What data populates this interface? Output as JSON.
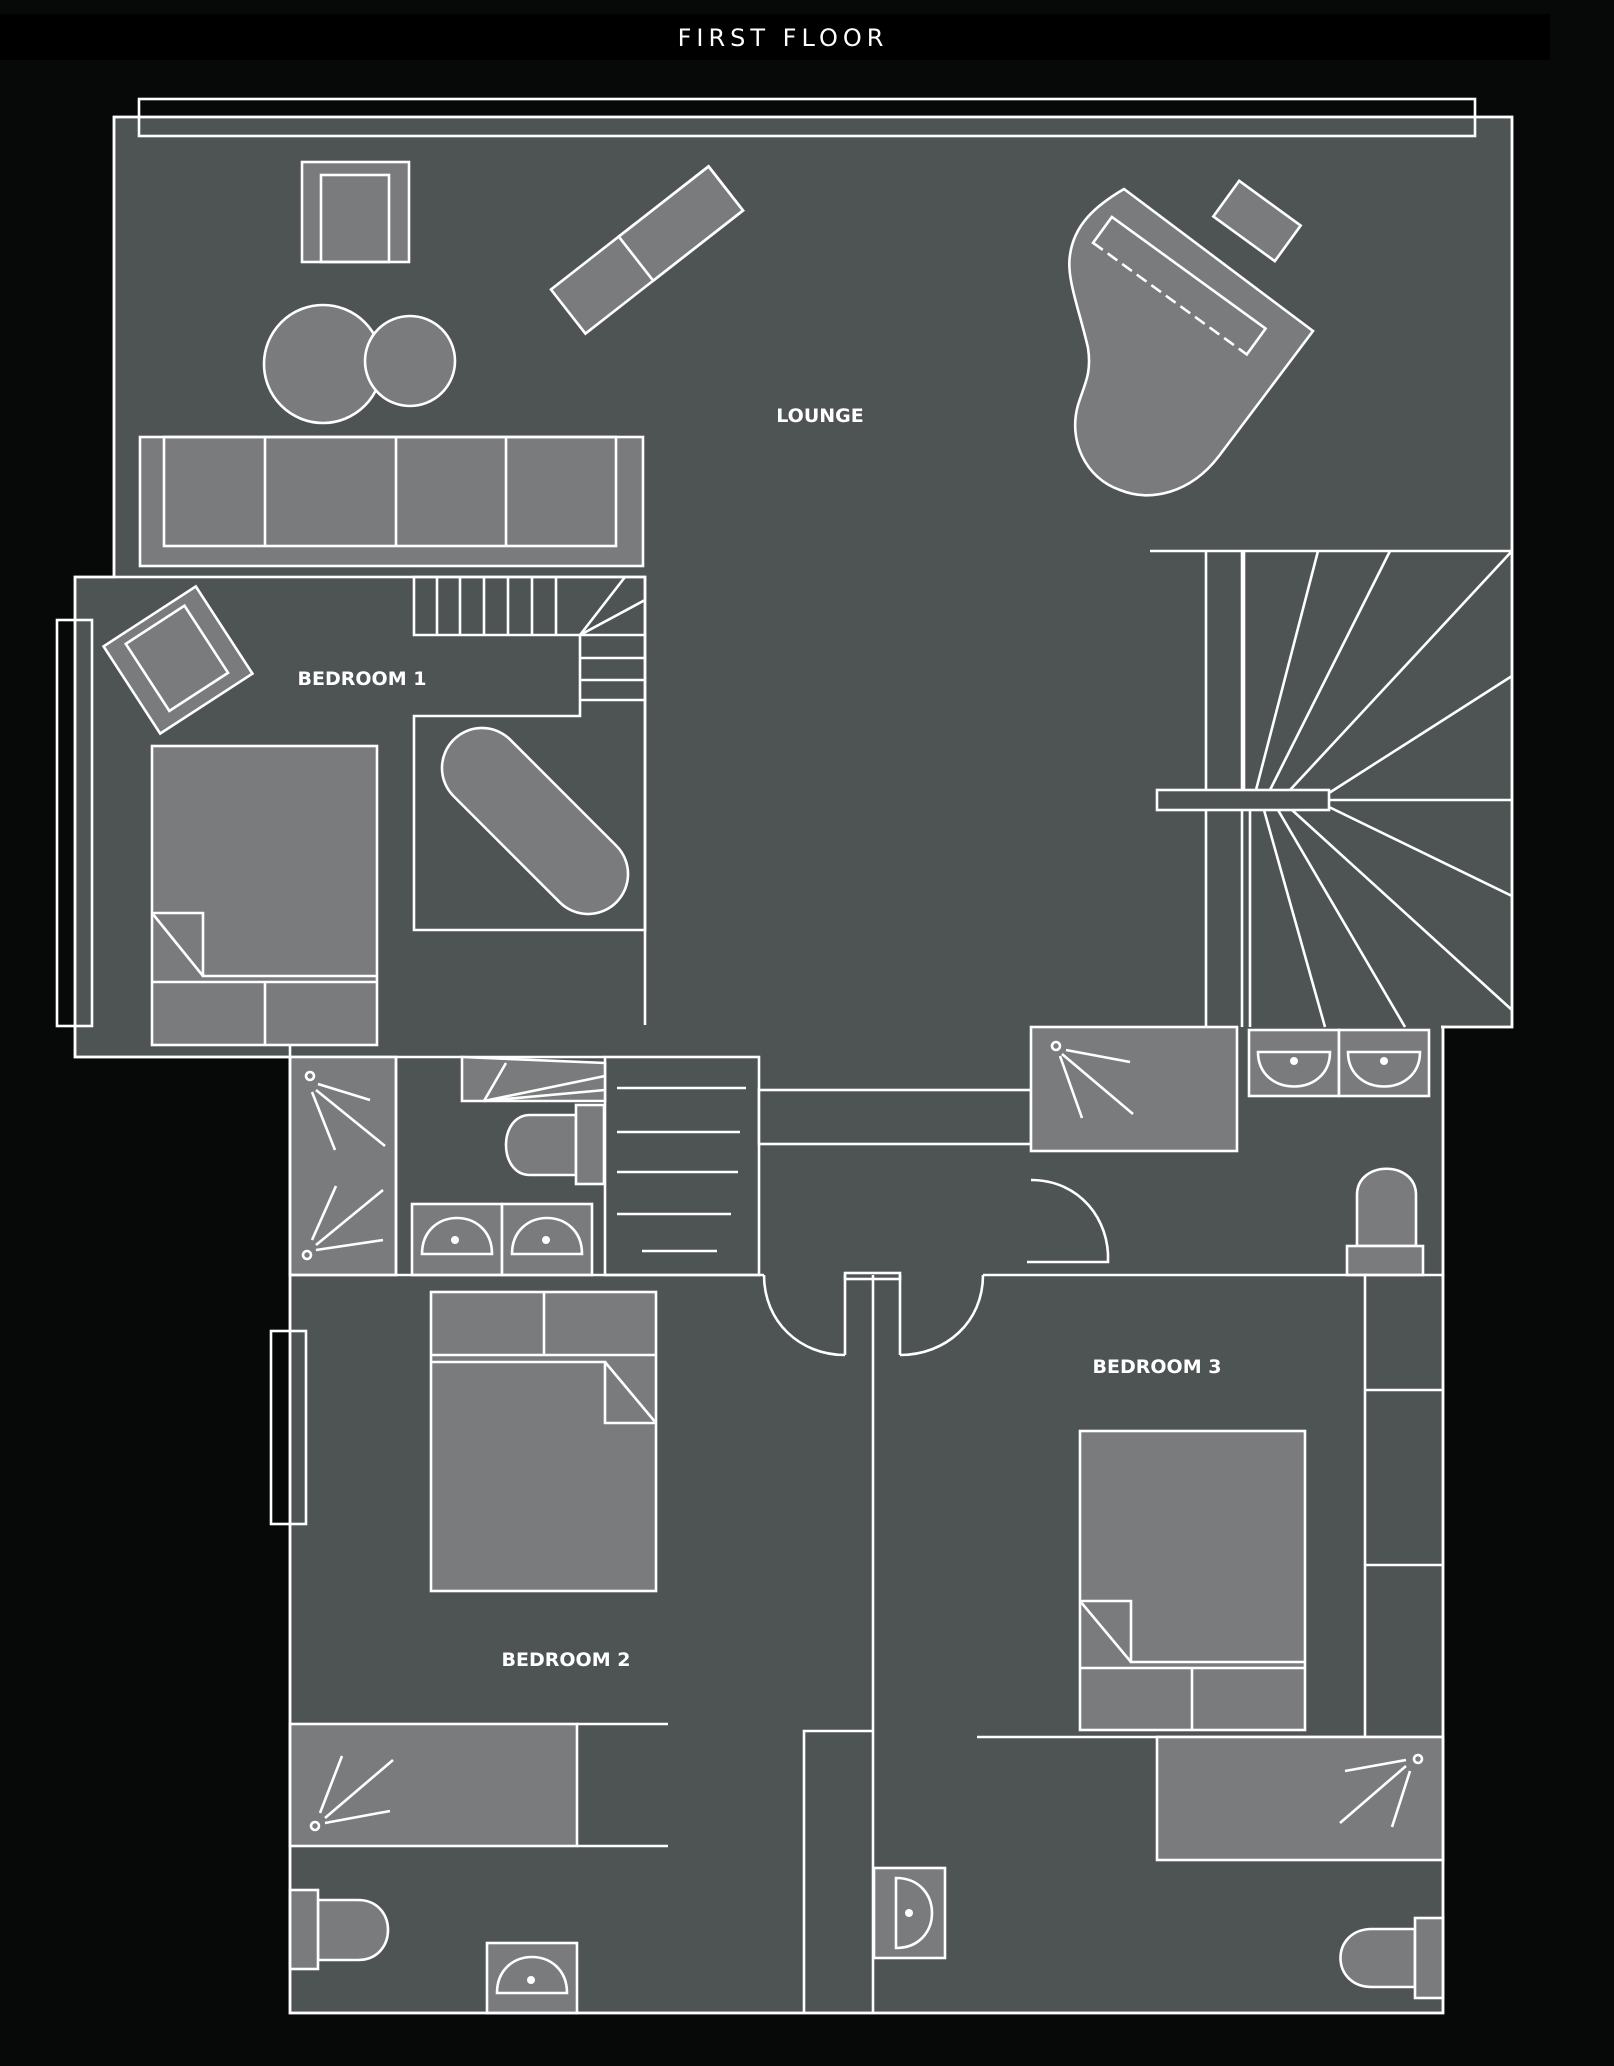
{
  "plan": {
    "title": "FIRST FLOOR",
    "colors": {
      "background": "#070909",
      "floor": "#4e5353",
      "furniture": "#7a7b7c",
      "lines": "#ffffff"
    },
    "rooms": {
      "lounge": "LOUNGE",
      "bedroom1": "BEDROOM 1",
      "bedroom2": "BEDROOM 2",
      "bedroom3": "BEDROOM 3"
    }
  }
}
